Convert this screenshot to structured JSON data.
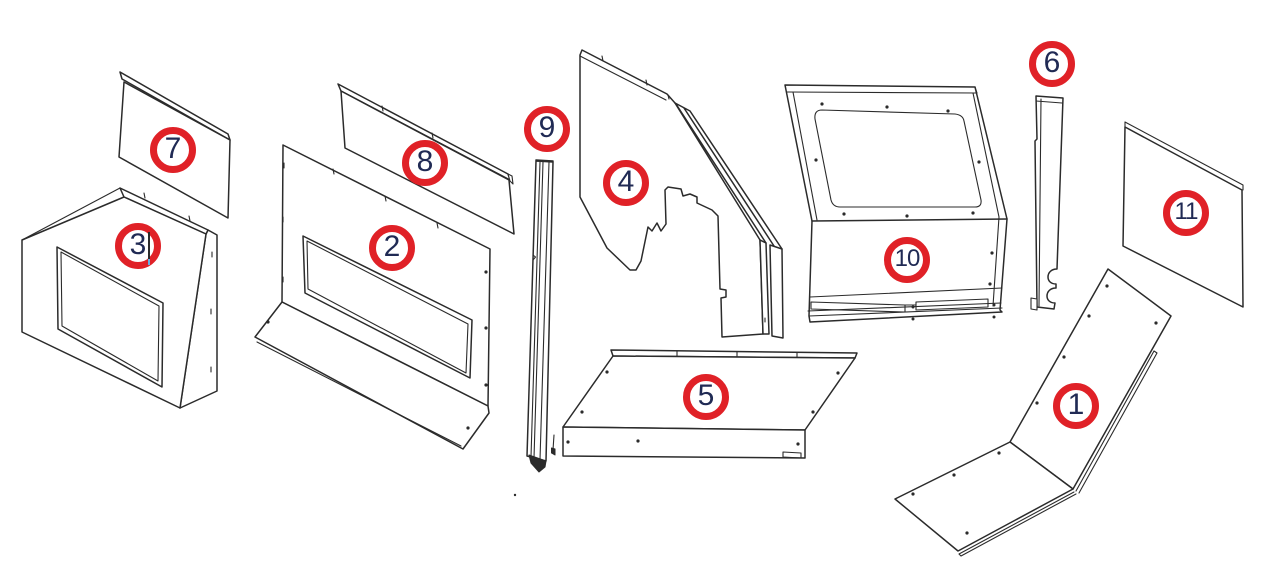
{
  "diagram": {
    "kind": "exploded-parts-diagram",
    "callouts": [
      {
        "label": "1"
      },
      {
        "label": "2"
      },
      {
        "label": "3"
      },
      {
        "label": "4"
      },
      {
        "label": "5"
      },
      {
        "label": "6"
      },
      {
        "label": "7"
      },
      {
        "label": "8"
      },
      {
        "label": "9"
      },
      {
        "label": "10"
      },
      {
        "label": "11"
      }
    ],
    "colors": {
      "callout_ring": "#e02127",
      "callout_digit": "#202a54",
      "line_art": "#2b2b2b",
      "cursor_artifact": "#63b1e5",
      "background": "#ffffff"
    }
  }
}
